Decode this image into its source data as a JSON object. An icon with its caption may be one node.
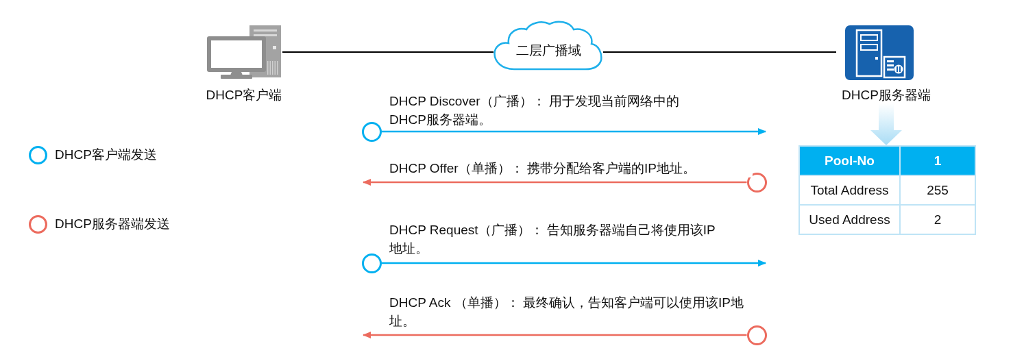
{
  "diagram": {
    "nodes": [
      {
        "text": [
          "DHCP客户端"
        ]
      },
      {
        "text": [
          "二层广播域"
        ]
      },
      {
        "text": [
          "DHCP服务器端"
        ]
      },
      {
        "text": [
          "Pool-No",
          "1",
          "Total Address",
          "255",
          "Used Address",
          "2"
        ]
      },
      {
        "text": [],
        "shape": "circle"
      },
      {
        "text": [],
        "shape": "circle"
      },
      {
        "text": [],
        "shape": "circle"
      },
      {
        "text": [],
        "shape": "circle"
      }
    ],
    "edges": [
      {
        "from": 0,
        "to": 1,
        "arrow": "none"
      },
      {
        "from": 1,
        "to": 2,
        "arrow": "none"
      },
      {
        "from": 2,
        "to": 3,
        "arrow": "to",
        "style": "thick",
        "color": "#a8dcf5"
      },
      {
        "from": 4,
        "to": null,
        "arrow": "to",
        "label": "DHCP Discover（广播）： 用于发现当前网络中的DHCP服务器端。",
        "color": "#00b0f0"
      },
      {
        "from": 5,
        "to": null,
        "arrow": "to",
        "label": "DHCP Offer（单播）： 携带分配给客户端的IP地址。",
        "color": "#ec6b5e"
      },
      {
        "from": 6,
        "to": null,
        "arrow": "to",
        "label": "DHCP Request（广播）： 告知服务器端自己将使用该IP地址。",
        "color": "#00b0f0"
      },
      {
        "from": 7,
        "to": null,
        "arrow": "to",
        "label": "DHCP Ack （单播）： 最终确认，告知客户端可以使用该IP地址。",
        "color": "#ec6b5e"
      }
    ],
    "legend": [
      {
        "text": "DHCP客户端发送",
        "color": "#00b0f0"
      },
      {
        "text": "DHCP服务器端发送",
        "color": "#ec6b5e"
      }
    ]
  }
}
